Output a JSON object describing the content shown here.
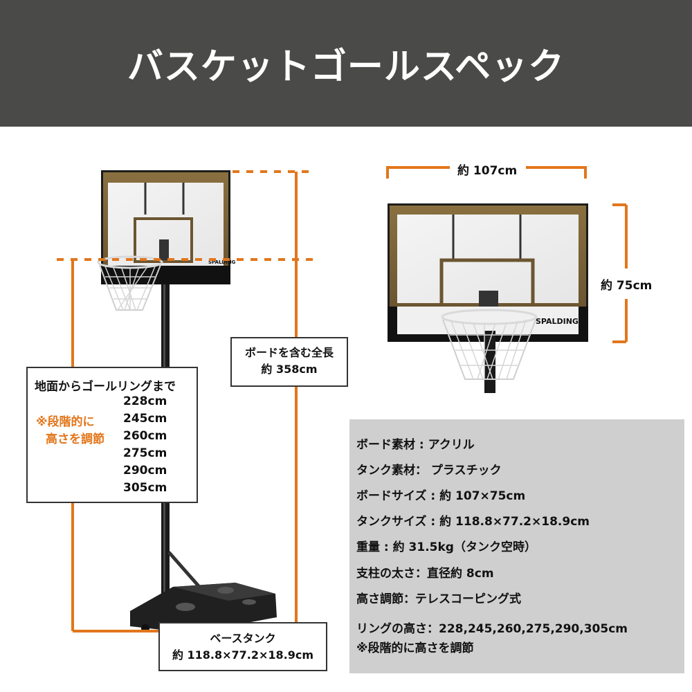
{
  "header": {
    "title": "バスケットゴールスペック"
  },
  "brand": "SPALDING",
  "dimensions": {
    "width_label": "約 107cm",
    "height_label": "約 75cm"
  },
  "ring_height": {
    "title": "地面からゴールリングまで",
    "heights": [
      "228cm",
      "245cm",
      "260cm",
      "275cm",
      "290cm",
      "305cm"
    ],
    "note_line1": "※段階的に",
    "note_line2": "高さを調節"
  },
  "total_length": {
    "line1": "ボードを含む全長",
    "line2": "約 358cm"
  },
  "base_tank": {
    "line1": "ベースタンク",
    "line2": "約 118.8×77.2×18.9cm"
  },
  "specs": [
    "ボード素材 : アクリル",
    "タンク素材： プラスチック",
    "ボードサイズ : 約 107×75cm",
    "タンクサイズ : 約 118.8×77.2×18.9cm",
    "重量 : 約 31.5kg（タンク空時）",
    "支柱の太さ：直径約 8cm",
    "高さ調節：テレスコーピング式",
    "リングの高さ：228,245,260,275,290,305cm",
    "※段階的に高さを調節"
  ],
  "colors": {
    "accent": "#e2761b",
    "header_bg": "#4a4a48",
    "spec_bg": "#cfcfcf"
  }
}
